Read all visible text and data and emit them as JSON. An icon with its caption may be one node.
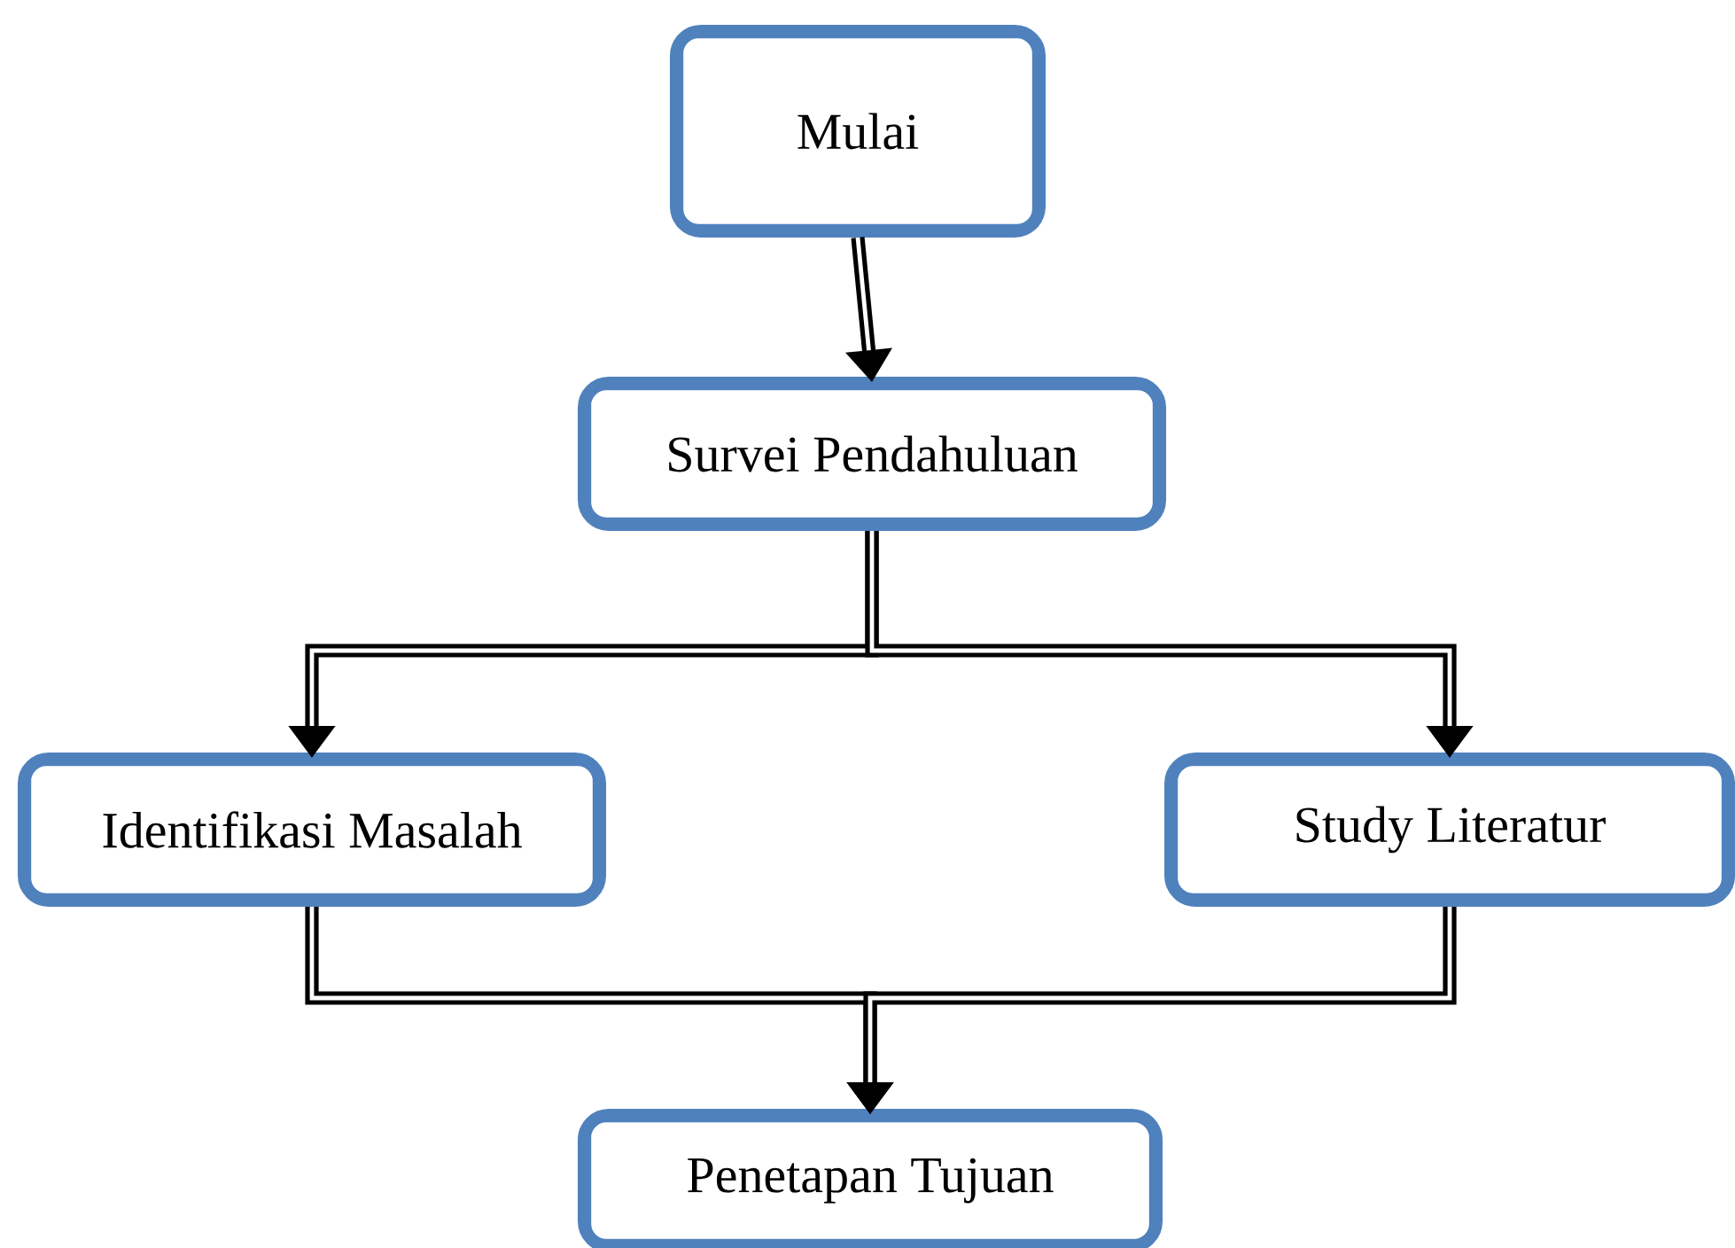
{
  "diagram": {
    "nodes": [
      {
        "text": [
          "Mulai"
        ]
      },
      {
        "text": [
          "Survei Pendahuluan"
        ]
      },
      {
        "text": [
          "Identifikasi Masalah"
        ]
      },
      {
        "text": [
          "Study Literatur"
        ]
      },
      {
        "text": [
          "Penetapan Tujuan"
        ]
      }
    ],
    "edges": [
      {
        "from": 0,
        "to": 1,
        "arrow": "to"
      },
      {
        "from": 1,
        "to": 2,
        "arrow": "to"
      },
      {
        "from": 1,
        "to": 3,
        "arrow": "to"
      },
      {
        "from": 2,
        "to": 4,
        "arrow": "to"
      },
      {
        "from": 3,
        "to": 4,
        "arrow": "to"
      }
    ]
  }
}
